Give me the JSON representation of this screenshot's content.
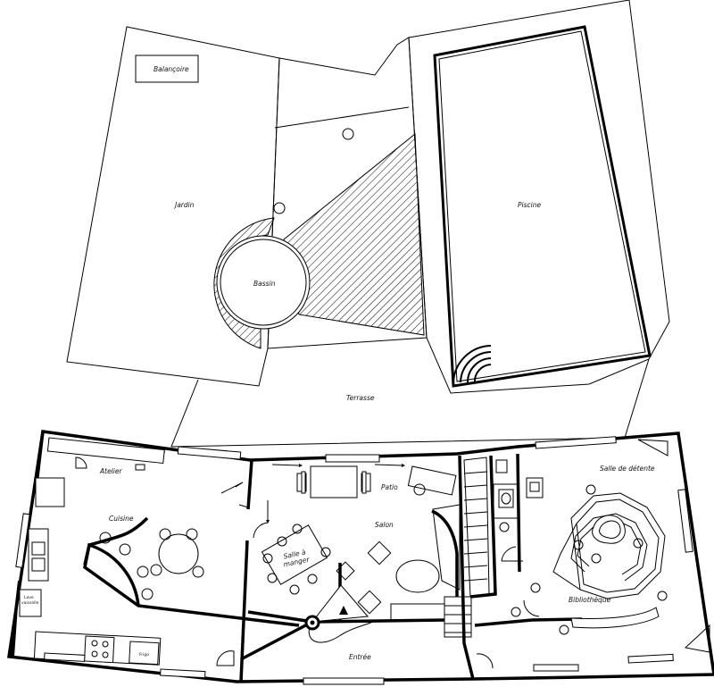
{
  "labels": {
    "balancoire": "Balançoire",
    "jardin": "Jardin",
    "bassin": "Bassin",
    "piscine": "Piscine",
    "terrasse": "Terrasse",
    "atelier": "Atelier",
    "cuisine": "Cuisine",
    "patio": "Patio",
    "salon": "Salon",
    "salle_a_manger_1": "Salle à",
    "salle_a_manger_2": "manger",
    "salle_de_detente": "Salle de détente",
    "bibliotheque": "Bibliothèque",
    "entree": "Entrée",
    "lave_vaisselle_1": "Lave",
    "lave_vaisselle_2": "vaisselle",
    "frigo": "Frigo"
  }
}
